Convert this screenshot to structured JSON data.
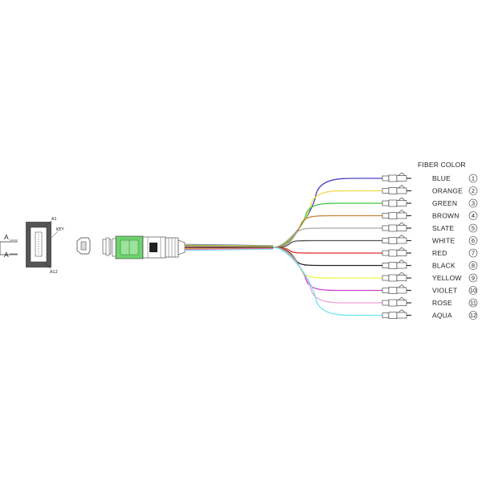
{
  "legend": {
    "header": "FIBER COLOR"
  },
  "fibers": [
    {
      "name": "BLUE",
      "number": "1",
      "color": "#4a46c4"
    },
    {
      "name": "ORANGE",
      "number": "2",
      "color": "#f2d94a"
    },
    {
      "name": "GREEN",
      "number": "3",
      "color": "#3ec63e"
    },
    {
      "name": "BROWN",
      "number": "4",
      "color": "#c8823a"
    },
    {
      "name": "SLATE",
      "number": "5",
      "color": "#a8a8a8"
    },
    {
      "name": "WHITE",
      "number": "6",
      "color": "#555555"
    },
    {
      "name": "RED",
      "number": "7",
      "color": "#e03030"
    },
    {
      "name": "BLACK",
      "number": "8",
      "color": "#222222"
    },
    {
      "name": "YELLOW",
      "number": "9",
      "color": "#f5f24a"
    },
    {
      "name": "VIOLET",
      "number": "10",
      "color": "#cc44cc"
    },
    {
      "name": "ROSE",
      "number": "11",
      "color": "#f0a0d8"
    },
    {
      "name": "AQUA",
      "number": "12",
      "color": "#6ee6ee"
    }
  ],
  "left_view": {
    "port_label_top": "A",
    "port_label_bottom": "A",
    "pin_label_top": "A1",
    "pin_label_bottom": "A12",
    "key_label": "KEY"
  },
  "colors": {
    "connector_body": "#555555",
    "mpo_green": "#6fd36f"
  }
}
